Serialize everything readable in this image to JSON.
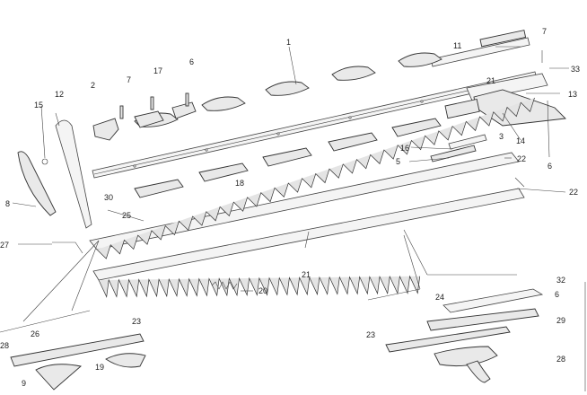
{
  "callouts": [
    {
      "id": "c1",
      "label": "1"
    },
    {
      "id": "c2",
      "label": "2"
    },
    {
      "id": "c5",
      "label": "5"
    },
    {
      "id": "c6a",
      "label": "6"
    },
    {
      "id": "c6b",
      "label": "6"
    },
    {
      "id": "c6c",
      "label": "6"
    },
    {
      "id": "c7a",
      "label": "7"
    },
    {
      "id": "c7b",
      "label": "7"
    },
    {
      "id": "c8",
      "label": "8"
    },
    {
      "id": "c9",
      "label": "9"
    },
    {
      "id": "c11",
      "label": "11"
    },
    {
      "id": "c12",
      "label": "12"
    },
    {
      "id": "c13",
      "label": "13"
    },
    {
      "id": "c14",
      "label": "14"
    },
    {
      "id": "c15",
      "label": "15"
    },
    {
      "id": "c16",
      "label": "16"
    },
    {
      "id": "c17",
      "label": "17"
    },
    {
      "id": "c18",
      "label": "18"
    },
    {
      "id": "c19",
      "label": "19"
    },
    {
      "id": "c20",
      "label": "20"
    },
    {
      "id": "c21a",
      "label": "21"
    },
    {
      "id": "c21b",
      "label": "21"
    },
    {
      "id": "c22a",
      "label": "22"
    },
    {
      "id": "c22b",
      "label": "22"
    },
    {
      "id": "c23a",
      "label": "23"
    },
    {
      "id": "c23b",
      "label": "23"
    },
    {
      "id": "c24",
      "label": "24"
    },
    {
      "id": "c25",
      "label": "25"
    },
    {
      "id": "c26",
      "label": "26"
    },
    {
      "id": "c27",
      "label": "27"
    },
    {
      "id": "c28a",
      "label": "28"
    },
    {
      "id": "c28b",
      "label": "28"
    },
    {
      "id": "c29",
      "label": "29"
    },
    {
      "id": "c30",
      "label": "30"
    },
    {
      "id": "c32",
      "label": "32"
    },
    {
      "id": "c33",
      "label": "33"
    },
    {
      "id": "c3",
      "label": "3"
    }
  ]
}
